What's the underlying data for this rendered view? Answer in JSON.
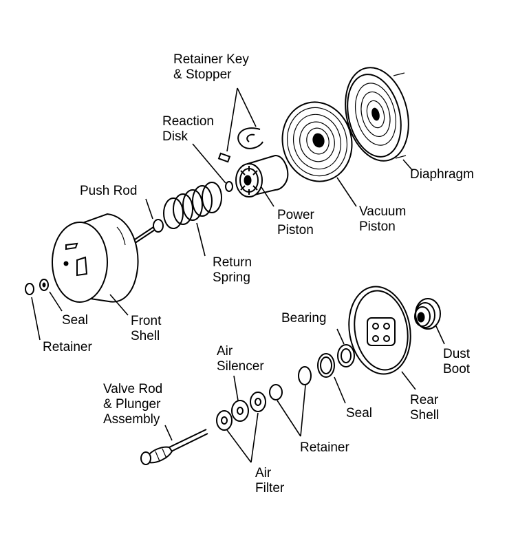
{
  "labels": {
    "retainer_key_stopper": [
      "Retainer Key",
      "& Stopper"
    ],
    "reaction_disk": [
      "Reaction",
      "Disk"
    ],
    "diaphragm": [
      "Diaphragm"
    ],
    "push_rod": [
      "Push Rod"
    ],
    "power_piston": [
      "Power",
      "Piston"
    ],
    "vacuum_piston": [
      "Vacuum",
      "Piston"
    ],
    "return_spring": [
      "Return",
      "Spring"
    ],
    "seal_front": [
      "Seal"
    ],
    "front_shell": [
      "Front",
      "Shell"
    ],
    "retainer_front": [
      "Retainer"
    ],
    "bearing": [
      "Bearing"
    ],
    "air_silencer": [
      "Air",
      "Silencer"
    ],
    "dust_boot": [
      "Dust",
      "Boot"
    ],
    "valve_rod": [
      "Valve Rod",
      "& Plunger",
      "Assembly"
    ],
    "rear_shell": [
      "Rear",
      "Shell"
    ],
    "seal_rear": [
      "Seal"
    ],
    "retainer_rear": [
      "Retainer"
    ],
    "air_filter": [
      "Air",
      "Filter"
    ]
  },
  "colors": {
    "ink": "#000000",
    "paper": "#ffffff"
  }
}
